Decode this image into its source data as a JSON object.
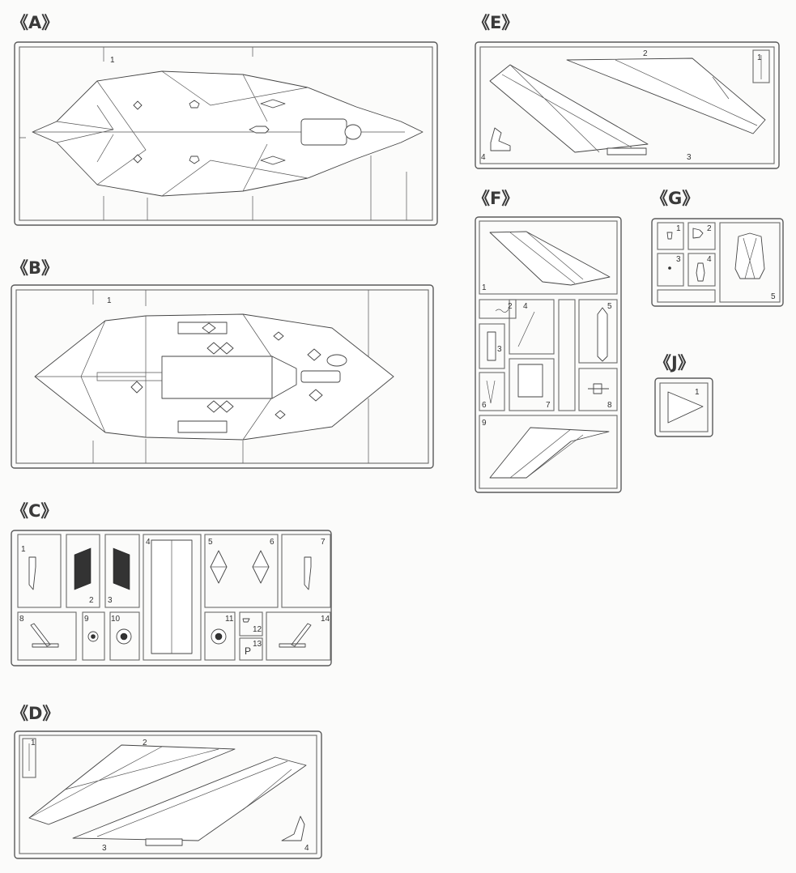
{
  "sprues": {
    "A": {
      "title": "《A》",
      "parts": [
        "1"
      ]
    },
    "B": {
      "title": "《B》",
      "parts": [
        "1"
      ]
    },
    "C": {
      "title": "《C》",
      "parts": [
        "1",
        "2",
        "3",
        "4",
        "5",
        "6",
        "7",
        "8",
        "9",
        "10",
        "11",
        "12",
        "13",
        "14"
      ],
      "mark": "P"
    },
    "D": {
      "title": "《D》",
      "parts": [
        "1",
        "2",
        "3",
        "4"
      ]
    },
    "E": {
      "title": "《E》",
      "parts": [
        "1",
        "2",
        "3",
        "4"
      ]
    },
    "F": {
      "title": "《F》",
      "parts": [
        "1",
        "2",
        "3",
        "4",
        "5",
        "6",
        "7",
        "8",
        "9"
      ]
    },
    "G": {
      "title": "《G》",
      "parts": [
        "1",
        "2",
        "3",
        "4",
        "5"
      ]
    },
    "J": {
      "title": "《J》",
      "parts": [
        "1"
      ]
    }
  }
}
